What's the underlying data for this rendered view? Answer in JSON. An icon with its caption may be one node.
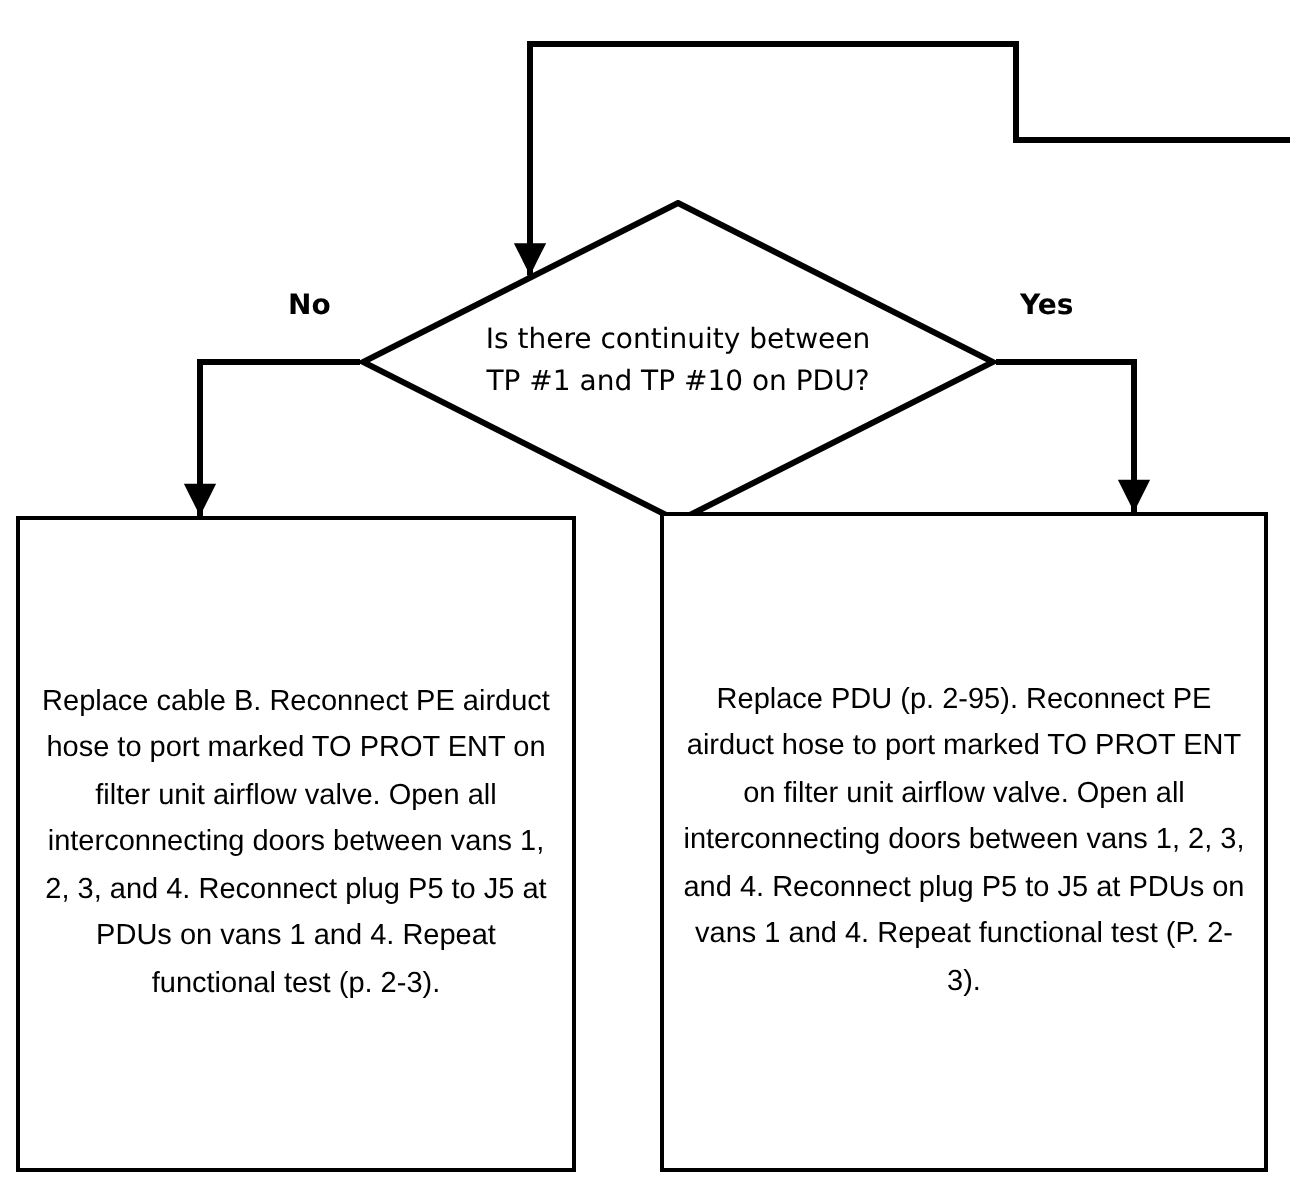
{
  "diagram": {
    "nodes": [
      {
        "text": [
          "Is there continuity between TP #1 and TP #10 on PDU?"
        ]
      },
      {
        "text": [
          "Replace cable B. Reconnect PE airduct hose to port marked TO PROT ENT on filter unit airflow valve. Open all interconnecting doors between vans 1, 2, 3, and 4. Reconnect plug P5 to J5 at PDUs on vans 1 and 4. Repeat functional test (p. 2-3)."
        ]
      },
      {
        "text": [
          "Replace PDU (p. 2-95). Reconnect PE airduct hose to port marked TO PROT ENT on filter unit airflow valve. Open all interconnecting doors between vans 1, 2, 3, and 4. Reconnect plug P5 to J5 at PDUs on vans 1 and 4. Repeat functional test (P. 2-3)."
        ]
      }
    ],
    "edges": [
      {
        "from": null,
        "to": 0,
        "arrow": "to"
      },
      {
        "from": 0,
        "to": 1,
        "arrow": "to",
        "label": "No"
      },
      {
        "from": 0,
        "to": 2,
        "arrow": "to",
        "label": "Yes"
      }
    ]
  }
}
